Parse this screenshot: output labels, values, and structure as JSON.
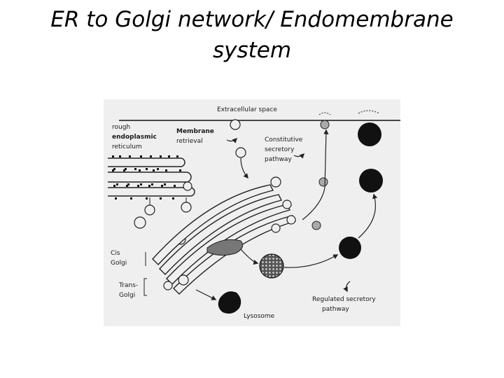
{
  "slide": {
    "title_line1": "ER to Golgi network/ Endomembrane",
    "title_line2": "system"
  },
  "diagram": {
    "labels": {
      "extracellular": "Extracellular space",
      "rough_er_1": "rough",
      "rough_er_2": "endoplasmic",
      "rough_er_3": "reticulum",
      "membrane_1": "Membrane",
      "membrane_2": "retrieval",
      "constitutive_1": "Constitutive",
      "constitutive_2": "secretory",
      "constitutive_3": "pathway",
      "cis_1": "Cis",
      "cis_2": "Golgi",
      "trans_1": "Trans-",
      "trans_2": "Golgi",
      "regulated_1": "Regulated secretory",
      "regulated_2": "pathway",
      "lysosome": "Lysosome"
    }
  }
}
